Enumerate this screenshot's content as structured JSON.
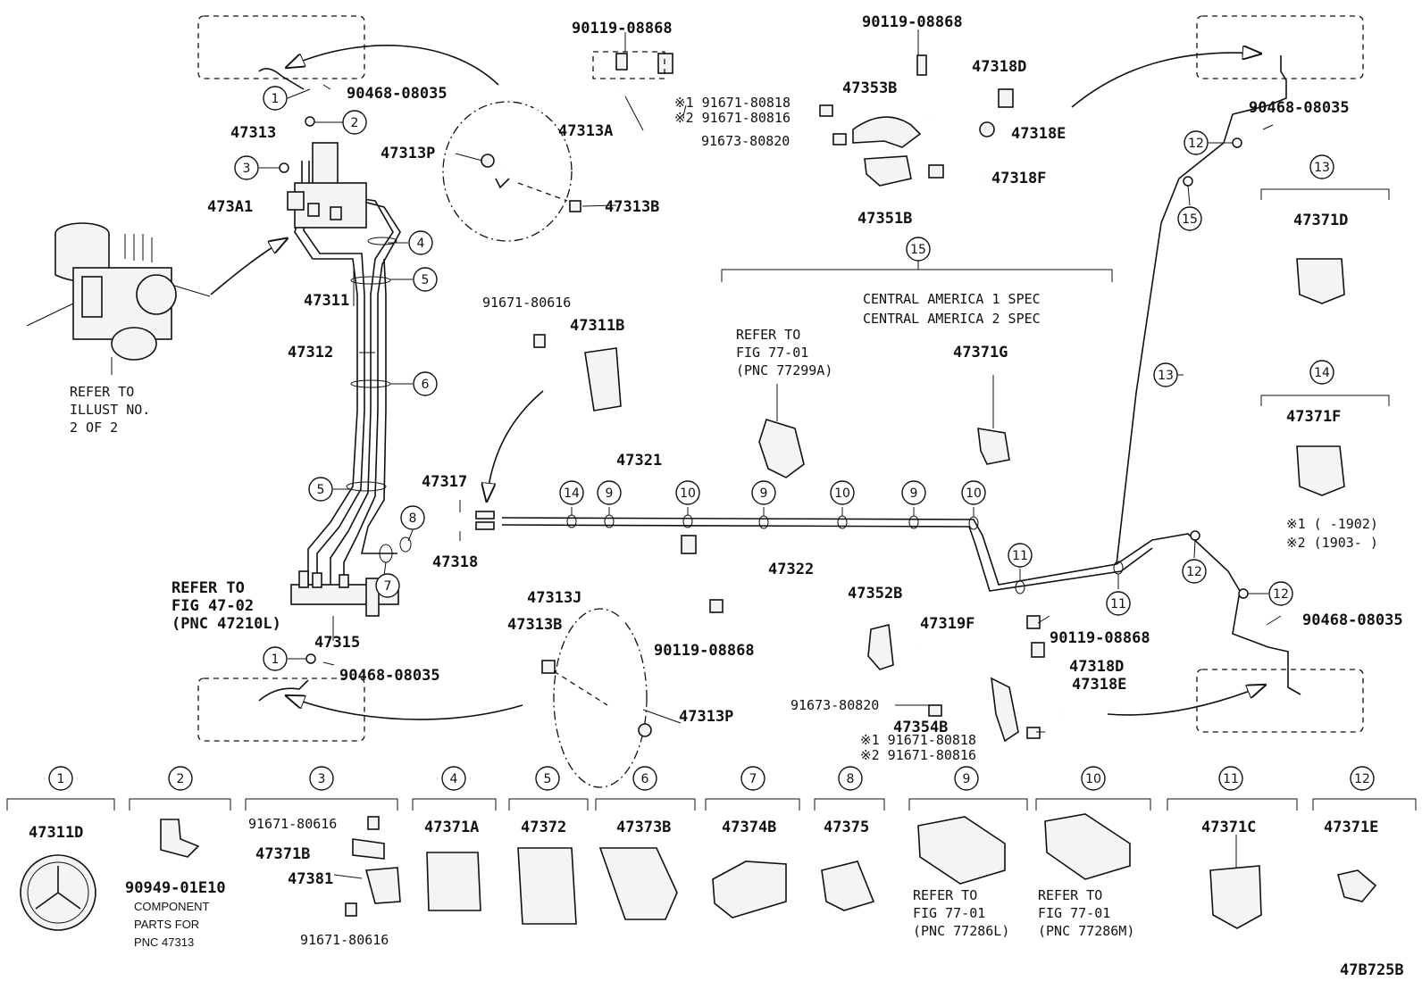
{
  "diagram_code": "47B725B",
  "callout_numbers": [
    "1",
    "2",
    "3",
    "4",
    "5",
    "6",
    "7",
    "8",
    "9",
    "10",
    "11",
    "12",
    "13",
    "14",
    "15"
  ],
  "labels": {
    "p90468_08035": "90468-08035",
    "p47313": "47313",
    "p473A1": "473A1",
    "p47311": "47311",
    "p47312": "47312",
    "p90119_08868": "90119-08868",
    "p47313A": "47313A",
    "p47313P": "47313P",
    "p47313B": "47313B",
    "p91671_80818_m1": "※1 91671-80818",
    "p91671_80816_m2": "※2 91671-80816",
    "p91673_80820": "91673-80820",
    "p47353B": "47353B",
    "p47318D": "47318D",
    "p47318E": "47318E",
    "p47318F": "47318F",
    "p47351B": "47351B",
    "central1": "CENTRAL AMERICA 1 SPEC",
    "central2": "CENTRAL AMERICA 2 SPEC",
    "p91671_80616": "91671-80616",
    "p47311B": "47311B",
    "refer_77_01_a": "REFER TO",
    "refer_77_01_b": "FIG 77-01",
    "refer_77_01_c": "(PNC 77299A)",
    "p47371G": "47371G",
    "p47371D": "47371D",
    "p47371F": "47371F",
    "note1": "※1 (     -1902)",
    "note2": "※2 (1903-     )",
    "p47321": "47321",
    "p47322": "47322",
    "p47317": "47317",
    "p47318": "47318",
    "refer_illust_a": "REFER TO",
    "refer_illust_b": "ILLUST NO.",
    "refer_illust_c": "2 OF 2",
    "refer_47_02_a": "REFER TO",
    "refer_47_02_b": "FIG 47-02",
    "refer_47_02_c": "(PNC 47210L)",
    "p47315": "47315",
    "p47313J": "47313J",
    "p47352B": "47352B",
    "p47319F": "47319F",
    "p47354B": "47354B",
    "legend_47311D": "47311D",
    "legend_90949": "90949-01E10",
    "legend_component_a": "COMPONENT",
    "legend_component_b": "PARTS FOR",
    "legend_component_c": "PNC 47313",
    "legend_47371B": "47371B",
    "legend_47381": "47381",
    "legend_47371A": "47371A",
    "legend_47372": "47372",
    "legend_47373B": "47373B",
    "legend_47374B": "47374B",
    "legend_47375": "47375",
    "legend_ref9_a": "REFER TO",
    "legend_ref9_b": "FIG 77-01",
    "legend_ref9_c": "(PNC 77286L)",
    "legend_ref10_a": "REFER TO",
    "legend_ref10_b": "FIG 77-01",
    "legend_ref10_c": "(PNC 77286M)",
    "legend_47371C": "47371C",
    "legend_47371E": "47371E"
  }
}
